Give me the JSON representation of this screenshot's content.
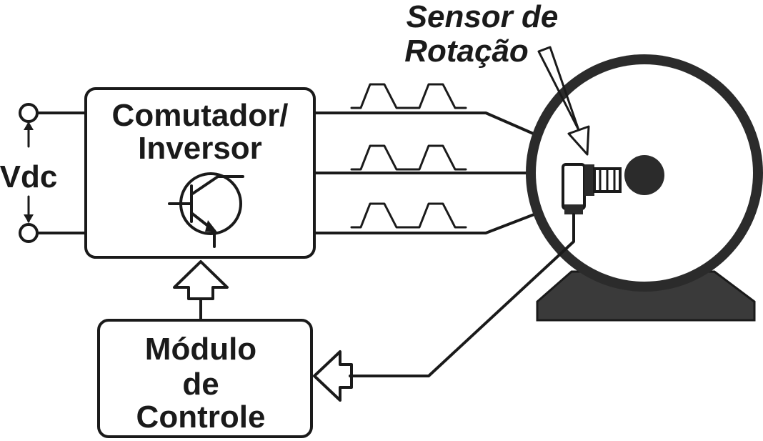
{
  "labels": {
    "vdc": "Vdc",
    "inverter_line1": "Comutador/",
    "inverter_line2": "Inversor",
    "control_line1": "Módulo",
    "control_line2": "de",
    "control_line3": "Controle",
    "sensor_line1": "Sensor de",
    "sensor_line2": "Rotação"
  },
  "colors": {
    "ink": "#1a1a1a",
    "motor_base": "#3a3a3a",
    "shaft": "#2b2b2b",
    "background": "#ffffff"
  },
  "icons": {
    "transistor": "npn-transistor-icon",
    "sensor": "rotation-sensor-icon"
  }
}
